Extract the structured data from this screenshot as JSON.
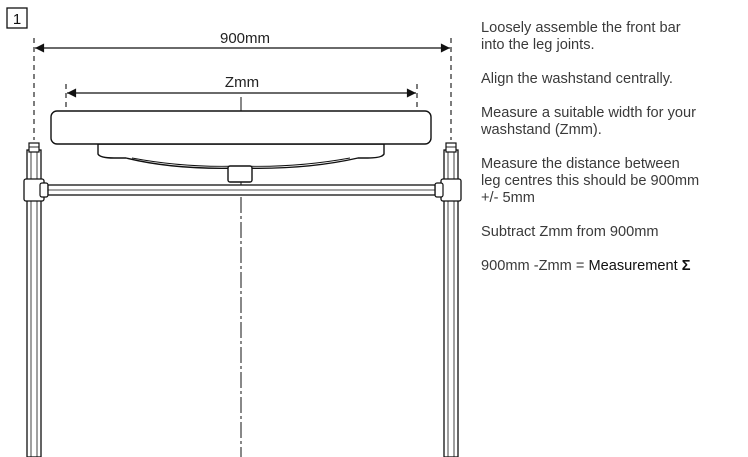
{
  "step": {
    "number": "1"
  },
  "dimensions": {
    "overall": "900mm",
    "basin": "Zmm"
  },
  "instructions": [
    "Loosely assemble the front bar\ninto the leg joints.",
    "Align the washstand centrally.",
    "Measure a suitable width for your\nwashstand (Zmm).",
    "Measure the distance between\nleg centres this should be 900mm\n+/- 5mm",
    "Subtract Zmm from 900mm"
  ],
  "final_line": {
    "prefix": "900mm -Zmm = ",
    "label": "Measurement ",
    "symbol": "Σ"
  }
}
